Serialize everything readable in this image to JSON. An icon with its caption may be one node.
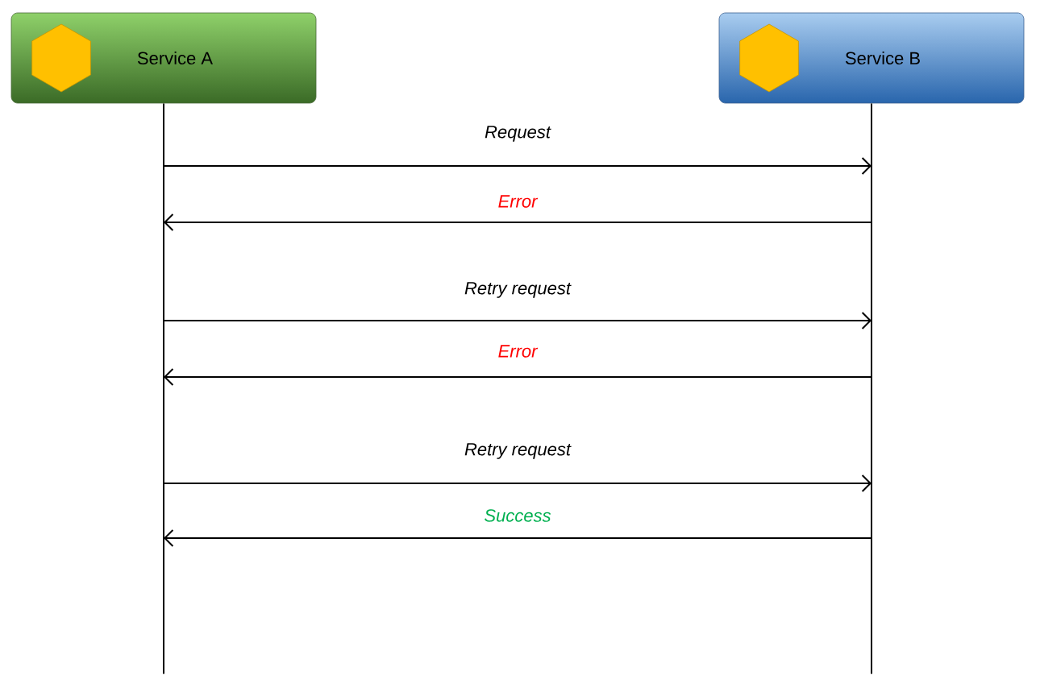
{
  "diagram": {
    "nodes": [
      {
        "text": [
          "Service A"
        ]
      },
      {
        "text": [
          "Service B"
        ]
      }
    ],
    "edges": [
      {
        "from": 0,
        "to": 1,
        "arrow": "to",
        "label": "Request"
      },
      {
        "from": 1,
        "to": 0,
        "arrow": "to",
        "label": "Error"
      },
      {
        "from": 0,
        "to": 1,
        "arrow": "to",
        "label": "Retry request"
      },
      {
        "from": 1,
        "to": 0,
        "arrow": "to",
        "label": "Error"
      },
      {
        "from": 0,
        "to": 1,
        "arrow": "to",
        "label": "Retry request"
      },
      {
        "from": 1,
        "to": 0,
        "arrow": "to",
        "label": "Success"
      }
    ]
  }
}
